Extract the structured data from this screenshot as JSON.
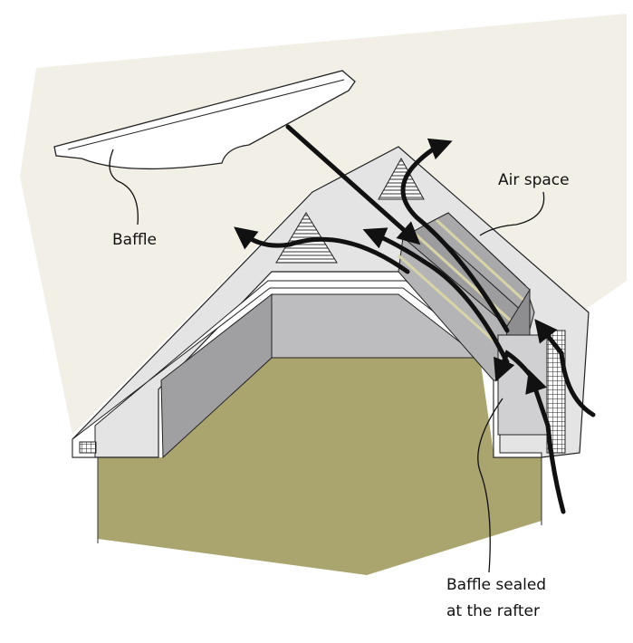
{
  "labels": {
    "baffle": "Baffle",
    "air_space": "Air space",
    "baffle_sealed_line1": "Baffle sealed",
    "baffle_sealed_line2": "at the rafter"
  },
  "colors": {
    "sky": "#f2f0e6",
    "floor": "#aaa46e",
    "roof": "#e4e4e4",
    "wall": "#a8a8aa",
    "inner": "#bdbdc0",
    "baffle_strip": "#d8d4a8"
  }
}
